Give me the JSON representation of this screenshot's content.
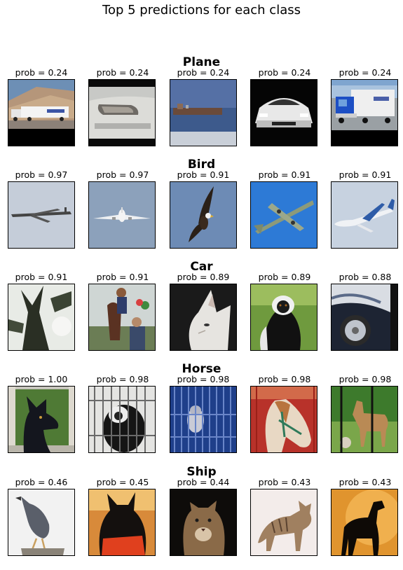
{
  "title": "Top 5 predictions for each class",
  "rows": [
    {
      "label": "Plane",
      "cells": [
        {
          "prob": "prob = 0.24",
          "icon": "truck-on-road-image"
        },
        {
          "prob": "prob = 0.24",
          "icon": "car-headlight-image"
        },
        {
          "prob": "prob = 0.24",
          "icon": "ship-on-water-image"
        },
        {
          "prob": "prob = 0.24",
          "icon": "white-sports-car-image"
        },
        {
          "prob": "prob = 0.24",
          "icon": "blue-truck-image"
        }
      ]
    },
    {
      "label": "Bird",
      "cells": [
        {
          "prob": "prob = 0.97",
          "icon": "propeller-plane-image"
        },
        {
          "prob": "prob = 0.97",
          "icon": "jet-plane-front-image"
        },
        {
          "prob": "prob = 0.91",
          "icon": "eagle-image"
        },
        {
          "prob": "prob = 0.91",
          "icon": "bomber-plane-image"
        },
        {
          "prob": "prob = 0.91",
          "icon": "airliner-image"
        }
      ]
    },
    {
      "label": "Car",
      "cells": [
        {
          "prob": "prob = 0.91",
          "icon": "tree-image"
        },
        {
          "prob": "prob = 0.91",
          "icon": "person-with-horse-image"
        },
        {
          "prob": "prob = 0.89",
          "icon": "white-cat-image"
        },
        {
          "prob": "prob = 0.89",
          "icon": "monkey-image"
        },
        {
          "prob": "prob = 0.88",
          "icon": "vintage-car-image"
        }
      ]
    },
    {
      "label": "Horse",
      "cells": [
        {
          "prob": "prob = 1.00",
          "icon": "black-dog-image"
        },
        {
          "prob": "prob = 0.98",
          "icon": "animal-in-cage-image"
        },
        {
          "prob": "prob = 0.98",
          "icon": "bird-in-cage-image"
        },
        {
          "prob": "prob = 0.98",
          "icon": "horse-head-image"
        },
        {
          "prob": "prob = 0.98",
          "icon": "deer-image"
        }
      ]
    },
    {
      "label": "Ship",
      "cells": [
        {
          "prob": "prob = 0.46",
          "icon": "small-bird-image"
        },
        {
          "prob": "prob = 0.45",
          "icon": "dog-in-life-vest-image"
        },
        {
          "prob": "prob = 0.44",
          "icon": "cougar-image"
        },
        {
          "prob": "prob = 0.43",
          "icon": "tabby-cat-image"
        },
        {
          "prob": "prob = 0.43",
          "icon": "horse-silhouette-image"
        }
      ]
    }
  ]
}
